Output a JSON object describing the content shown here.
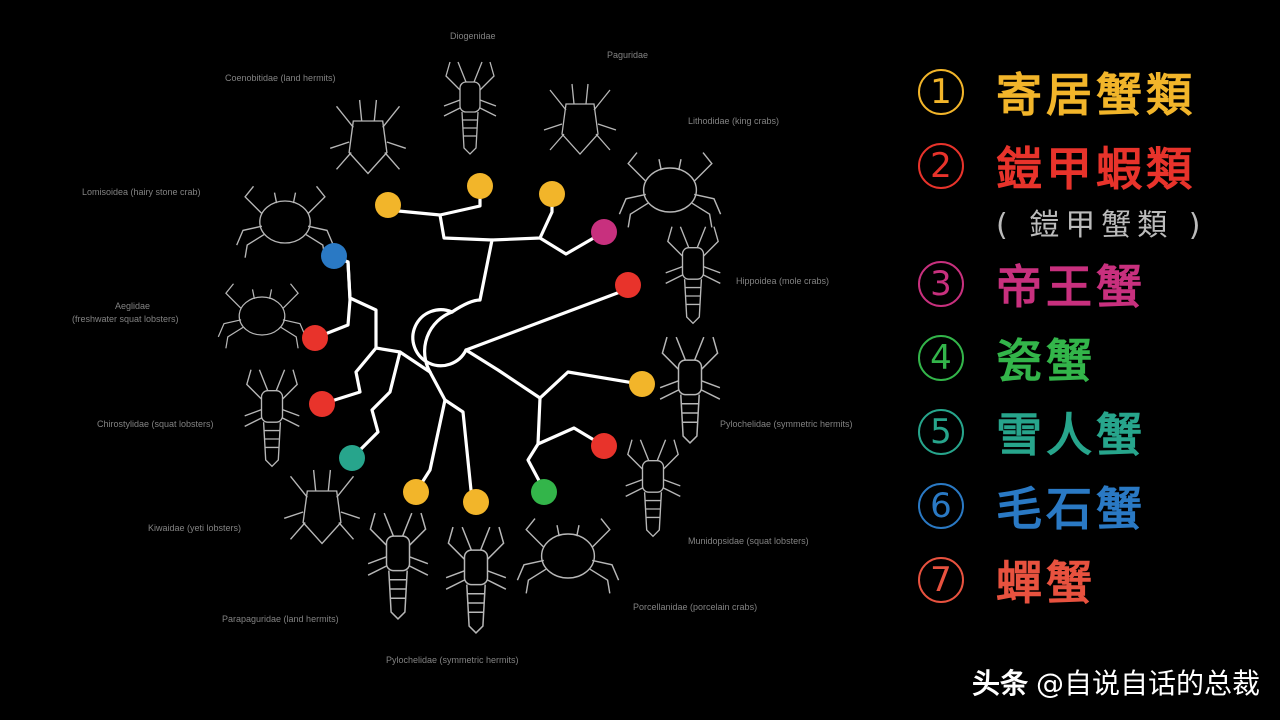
{
  "diagram": {
    "family_labels": [
      {
        "id": "diogenidae",
        "text": "Diogenidae"
      },
      {
        "id": "paguridae",
        "text": "Paguridae"
      },
      {
        "id": "coenobitidae",
        "text": "Coenobitidae (land hermits)"
      },
      {
        "id": "lithodidae",
        "text": "Lithodidae (king crabs)"
      },
      {
        "id": "lomisoidea",
        "text": "Lomisoidea (hairy stone crab)"
      },
      {
        "id": "hippoidea",
        "text": "Hippoidea (mole crabs)"
      },
      {
        "id": "aeglidae",
        "text": "Aeglidae"
      },
      {
        "id": "aeglidae_sub",
        "text": "(freshwater squat lobsters)"
      },
      {
        "id": "chirostylidae",
        "text": "Chirostylidae (squat lobsters)"
      },
      {
        "id": "pylochelidae_r",
        "text": "Pylochelidae (symmetric hermits)"
      },
      {
        "id": "kiwaidae",
        "text": "Kiwaidae (yeti lobsters)"
      },
      {
        "id": "munidopsidae",
        "text": "Munidopsidae (squat lobsters)"
      },
      {
        "id": "parapaguridae",
        "text": "Parapaguridae (land hermits)"
      },
      {
        "id": "porcellanidae",
        "text": "Porcellanidae (porcelain crabs)"
      },
      {
        "id": "pylochelidae_b",
        "text": "Pylochelidae (symmetric hermits)"
      }
    ]
  },
  "legend": {
    "items": [
      {
        "num": "1",
        "name": "寄居蟹類",
        "color": "#f2b52a"
      },
      {
        "num": "2",
        "name": "鎧甲蝦類",
        "color": "#e8332b"
      },
      {
        "num": "3",
        "name": "帝王蟹",
        "color": "#c8307e"
      },
      {
        "num": "4",
        "name": "瓷蟹",
        "color": "#33b54a"
      },
      {
        "num": "5",
        "name": "雪人蟹",
        "color": "#27a58c"
      },
      {
        "num": "6",
        "name": "毛石蟹",
        "color": "#2a79c4"
      },
      {
        "num": "7",
        "name": "蟬蟹",
        "color": "#e8523f"
      }
    ],
    "subtitle": "( 鎧甲蟹類 )"
  },
  "watermark": {
    "brand": "头条",
    "handle": "@自说自话的总裁"
  }
}
